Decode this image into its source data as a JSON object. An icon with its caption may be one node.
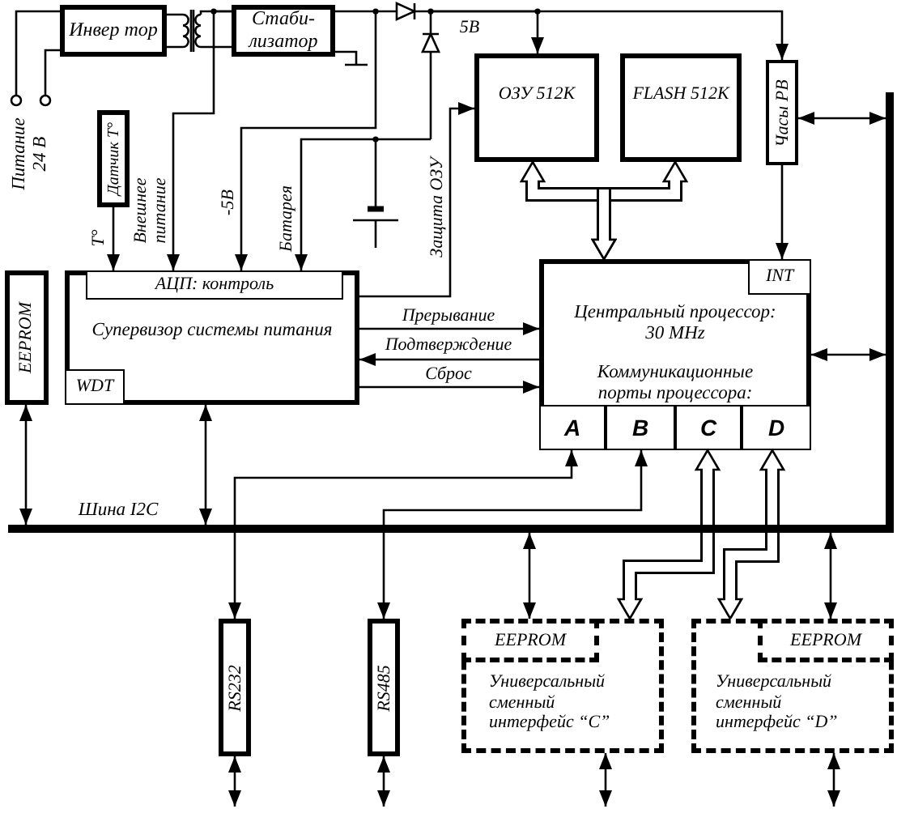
{
  "diagram": {
    "nodes": [
      {
        "text": [
          "Инвер тор"
        ]
      },
      {
        "text": [
          "Стаби- лизатор"
        ]
      },
      {
        "text": [
          "Датчик T°"
        ]
      },
      {
        "text": [
          "Супервизор системы питания"
        ]
      },
      {
        "text": [
          "АЦП: контроль"
        ],
        "in": 3
      },
      {
        "text": [
          "WDT"
        ],
        "in": 3
      },
      {
        "text": [
          "EEPROM"
        ]
      },
      {
        "text": [
          "ОЗУ 512K"
        ]
      },
      {
        "text": [
          "FLASH 512K"
        ]
      },
      {
        "text": [
          "Часы РВ"
        ]
      },
      {
        "text": [
          "Центральный процессор: 30 MHz",
          "Коммуникационные порты процессора:"
        ]
      },
      {
        "text": [
          "INT"
        ],
        "in": 10
      },
      {
        "text": [
          "A"
        ],
        "in": 10
      },
      {
        "text": [
          "B"
        ],
        "in": 10
      },
      {
        "text": [
          "C"
        ],
        "in": 10
      },
      {
        "text": [
          "D"
        ],
        "in": 10
      },
      {
        "text": [
          "RS232"
        ]
      },
      {
        "text": [
          "RS485"
        ]
      },
      {
        "text": [
          "Универсальный сменный интерфейс “C”"
        ]
      },
      {
        "text": [
          "EEPROM"
        ],
        "in": 18
      },
      {
        "text": [
          "Универсальный сменный интерфейс “D”"
        ]
      },
      {
        "text": [
          "EEPROM"
        ],
        "in": 20
      },
      {
        "text": [],
        "shape": "bar",
        "beside": [
          "Шина I2C"
        ]
      },
      {
        "text": [],
        "shape": "bar"
      }
    ],
    "edges": [
      {
        "from": 2,
        "to": 3,
        "arrow": "to",
        "label": "T°"
      },
      {
        "from": 1,
        "to": 3,
        "arrow": "to",
        "label": "Внешнее питание"
      },
      {
        "from": null,
        "to": 3,
        "arrow": "to",
        "label": "-5В"
      },
      {
        "from": null,
        "to": 3,
        "arrow": "to",
        "label": "Батарея"
      },
      {
        "from": 3,
        "to": 7,
        "arrow": "to",
        "label": "Защита ОЗУ"
      },
      {
        "from": null,
        "to": 7,
        "arrow": "to",
        "label": "5В"
      },
      {
        "from": null,
        "to": 9,
        "arrow": "to"
      },
      {
        "from": 9,
        "to": 11,
        "arrow": "to"
      },
      {
        "from": 9,
        "to": 23,
        "arrow": "both"
      },
      {
        "from": 10,
        "to": 7,
        "arrow": "both",
        "style": "thick"
      },
      {
        "from": 10,
        "to": 8,
        "arrow": "both",
        "style": "thick"
      },
      {
        "from": 3,
        "to": 10,
        "arrow": "to",
        "label": "Прерывание"
      },
      {
        "from": 10,
        "to": 3,
        "arrow": "to",
        "label": "Подтверждение"
      },
      {
        "from": 3,
        "to": 10,
        "arrow": "to",
        "label": "Сброс"
      },
      {
        "from": 10,
        "to": 23,
        "arrow": "both"
      },
      {
        "from": 6,
        "to": 22,
        "arrow": "both"
      },
      {
        "from": 3,
        "to": 22,
        "arrow": "both"
      },
      {
        "from": 16,
        "to": 12,
        "arrow": "both"
      },
      {
        "from": 17,
        "to": 13,
        "arrow": "both"
      },
      {
        "from": 14,
        "to": 18,
        "arrow": "both",
        "style": "thick"
      },
      {
        "from": 15,
        "to": 20,
        "arrow": "both",
        "style": "thick"
      },
      {
        "from": 22,
        "to": 19,
        "arrow": "both"
      },
      {
        "from": 22,
        "to": 21,
        "arrow": "both"
      },
      {
        "from": 16,
        "to": null,
        "arrow": "both"
      },
      {
        "from": 17,
        "to": null,
        "arrow": "both"
      },
      {
        "from": 18,
        "to": null,
        "arrow": "both"
      },
      {
        "from": 20,
        "to": null,
        "arrow": "both"
      }
    ],
    "labels": [
      "Питание 24 В"
    ]
  }
}
